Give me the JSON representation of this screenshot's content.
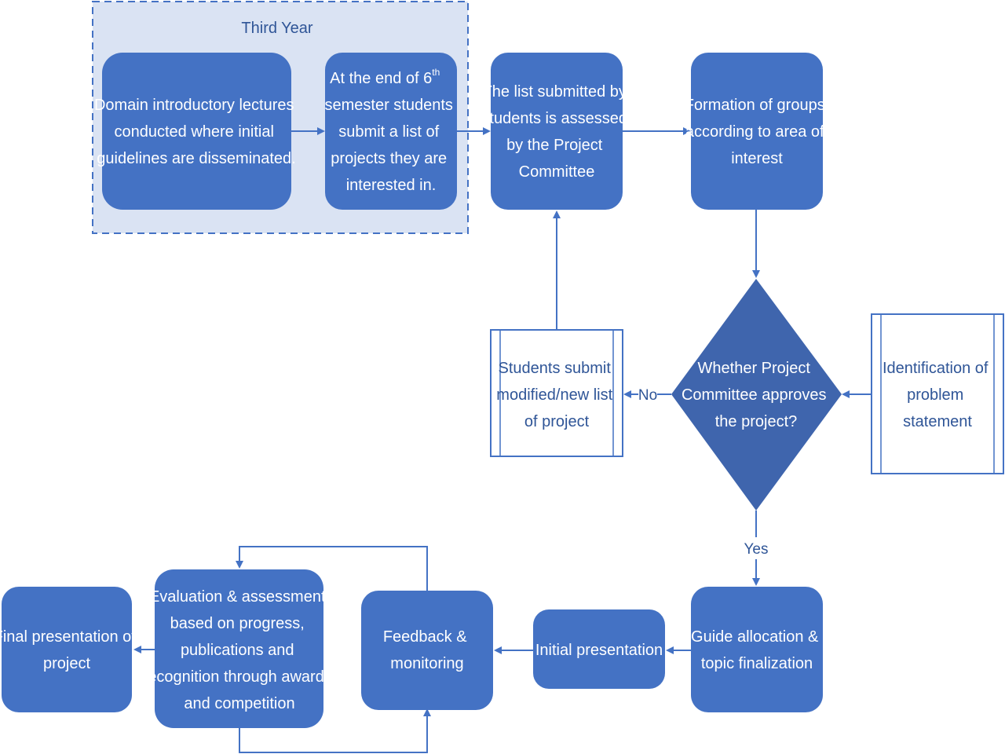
{
  "colors": {
    "box_fill": "#4472c4",
    "box_text": "#ffffff",
    "decision_fill": "#3f65ad",
    "subprocess_fill": "#ffffff",
    "subprocess_border": "#4472c4",
    "subprocess_text": "#2f5597",
    "group_fill": "#dae3f3",
    "group_border": "#4472c4",
    "arrow": "#4472c4"
  },
  "group": {
    "title": "Third Year"
  },
  "nodes": {
    "domain_lectures": [
      "Domain introductory lectures",
      "conducted where initial",
      "guidelines are disseminated."
    ],
    "submit_list": {
      "line1": "At the end of 6",
      "line1_superscript": "th",
      "rest": [
        "semester students",
        "submit a list of",
        "projects they are",
        "interested in."
      ]
    },
    "list_assessed": [
      "The list submitted by",
      "students is assessed",
      "by the Project",
      "Committee"
    ],
    "formation_groups": [
      "Formation of groups",
      "according to area of",
      "interest"
    ],
    "decision": [
      "Whether Project",
      "Committee approves",
      "the project?"
    ],
    "students_resubmit": [
      "Students submit",
      "modified/new list",
      "of project"
    ],
    "identification": [
      "Identification of",
      "problem",
      "statement"
    ],
    "guide_allocation": [
      "Guide allocation &",
      "topic finalization"
    ],
    "initial_presentation": [
      "Initial presentation"
    ],
    "feedback": [
      "Feedback &",
      "monitoring"
    ],
    "evaluation": [
      "Evaluation & assessment",
      "based on progress,",
      "publications and",
      "recognition through awards",
      "and competition"
    ],
    "final_presentation": [
      "Final presentation of",
      "project"
    ]
  },
  "edge_labels": {
    "no": "No",
    "yes": "Yes"
  }
}
